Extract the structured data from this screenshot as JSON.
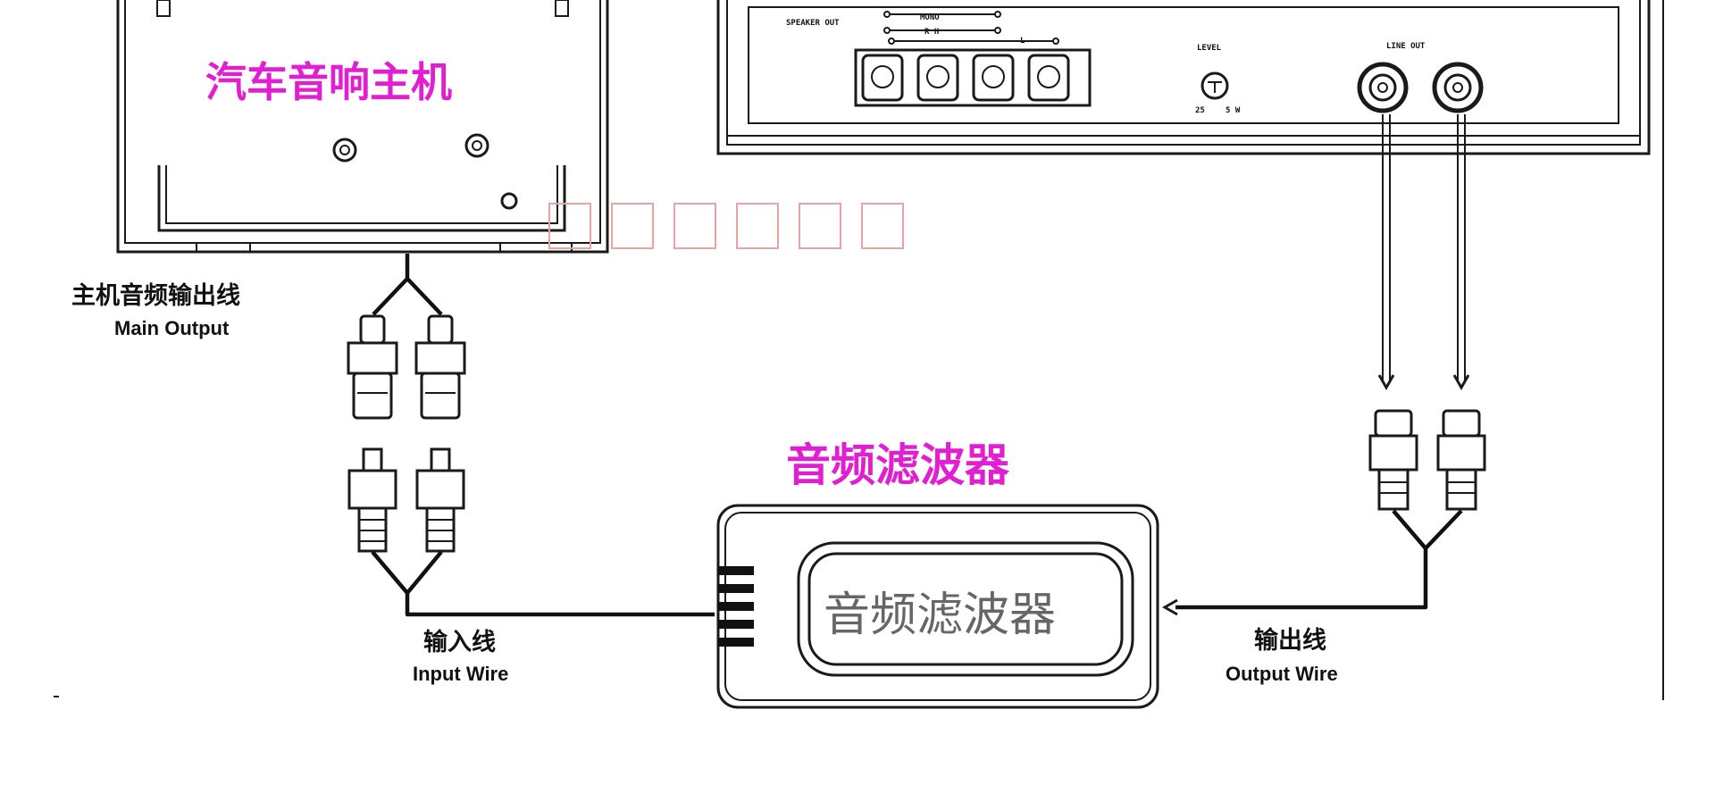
{
  "head_unit": {
    "title": "汽车音响主机"
  },
  "amplifier": {
    "speaker_out_label": "SPEAKER OUT",
    "mono_label": "MONO",
    "r_label": "R H",
    "l_label": "L",
    "level_label": "LEVEL",
    "line_out_label": "LINE OUT",
    "level_min": "25",
    "level_max": "5 W"
  },
  "filter": {
    "title": "音频滤波器",
    "inner_label": "音频滤波器"
  },
  "labels": {
    "main_output_cn": "主机音频输出线",
    "main_output_en": "Main Output",
    "input_wire_cn": "输入线",
    "input_wire_en": "Input Wire",
    "output_wire_cn": "输出线",
    "output_wire_en": "Output Wire"
  },
  "colors": {
    "title_pink": "#e020d0",
    "line": "#1a1a1a",
    "watermark": "#e9a3a3"
  },
  "watermark": {
    "box_count": 6
  }
}
